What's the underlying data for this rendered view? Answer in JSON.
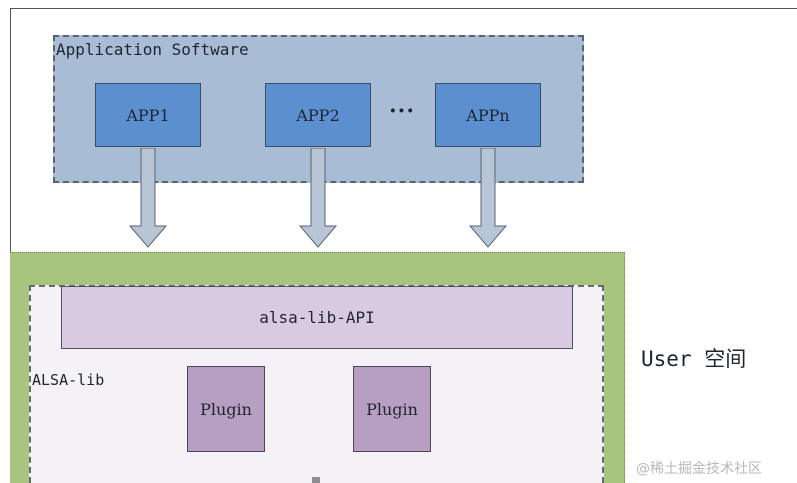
{
  "application_software": {
    "title": "Application Software",
    "apps": [
      "APP1",
      "APP2",
      "APPn"
    ],
    "ellipsis": "···"
  },
  "alsa_lib": {
    "api_label": "alsa-lib-API",
    "label": "ALSA-lib",
    "plugins": [
      "Plugin",
      "Plugin"
    ]
  },
  "user_space_label": "User 空间",
  "watermark": "@稀土掘金技术社区",
  "colors": {
    "app_region": "#a8bcd6",
    "app_box": "#5b8fd0",
    "user_region": "#a9c47f",
    "alsa_region": "#f4f2f7",
    "api_box": "#d8cbe1",
    "plugin_box": "#b79fc4",
    "arrow_fill": "#b7c5d7"
  }
}
